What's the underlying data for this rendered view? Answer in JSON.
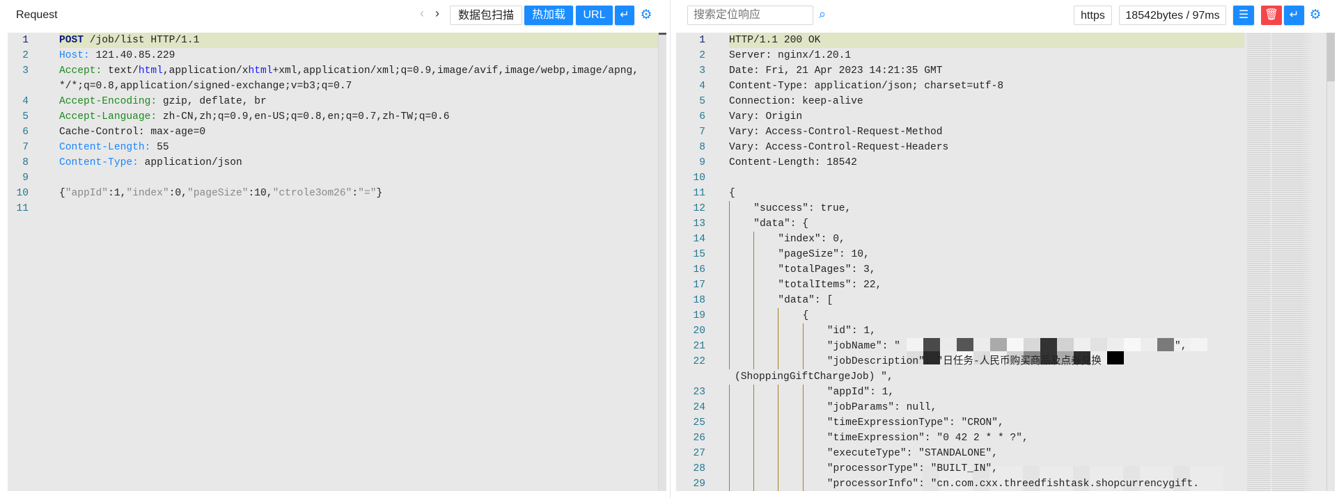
{
  "colors": {
    "p": "#222222",
    "navy": "#0b1a7a",
    "blue": "#1a85ff",
    "green": "#1c8a1c",
    "html": "#1a1aff",
    "gray": "#888888",
    "accent": "#1a8cff",
    "danger": "#f5454b"
  },
  "request": {
    "title": "Request",
    "buttons": {
      "scan": "数据包扫描",
      "hotload": "热加载",
      "url": "URL"
    },
    "icons": [
      "chevron-left-icon",
      "chevron-right-icon",
      "wrap-icon",
      "gear-icon"
    ],
    "lines": [
      {
        "n": "1",
        "segs": [
          {
            "t": "POST",
            "k": "navy"
          },
          {
            "t": " /job/list HTTP/1.1",
            "k": "p"
          }
        ]
      },
      {
        "n": "2",
        "segs": [
          {
            "t": "Host:",
            "k": "blue"
          },
          {
            "t": " 121.40.85.229",
            "k": "p"
          }
        ]
      },
      {
        "n": "3",
        "segs": [
          {
            "t": "Accept:",
            "k": "green"
          },
          {
            "t": " text/",
            "k": "p"
          },
          {
            "t": "html",
            "k": "html"
          },
          {
            "t": ",application/x",
            "k": "p"
          },
          {
            "t": "html",
            "k": "html"
          },
          {
            "t": "+xml,application/xml;q=0.9,image/avif,image/webp,image/apng,",
            "k": "p"
          }
        ]
      },
      {
        "n": "",
        "segs": [
          {
            "t": "*/*;q=0.8,application/signed-exchange;v=b3;q=0.7",
            "k": "p"
          }
        ]
      },
      {
        "n": "4",
        "segs": [
          {
            "t": "Accept-Encoding:",
            "k": "green"
          },
          {
            "t": " gzip, deflate, br",
            "k": "p"
          }
        ]
      },
      {
        "n": "5",
        "segs": [
          {
            "t": "Accept-Language:",
            "k": "green"
          },
          {
            "t": " zh-CN,zh;q=0.9,en-US;q=0.8,en;q=0.7,zh-TW;q=0.6",
            "k": "p"
          }
        ]
      },
      {
        "n": "6",
        "segs": [
          {
            "t": "Cache-Control: max-age=0",
            "k": "p"
          }
        ]
      },
      {
        "n": "7",
        "segs": [
          {
            "t": "Content-Length:",
            "k": "blue"
          },
          {
            "t": " 55",
            "k": "p"
          }
        ]
      },
      {
        "n": "8",
        "segs": [
          {
            "t": "Content-Type:",
            "k": "blue"
          },
          {
            "t": " application/json",
            "k": "p"
          }
        ]
      },
      {
        "n": "9",
        "segs": []
      },
      {
        "n": "10",
        "segs": [
          {
            "t": "{",
            "k": "p"
          },
          {
            "t": "\"appId\"",
            "k": "gray"
          },
          {
            "t": ":1,",
            "k": "p"
          },
          {
            "t": "\"index\"",
            "k": "gray"
          },
          {
            "t": ":0,",
            "k": "p"
          },
          {
            "t": "\"pageSize\"",
            "k": "gray"
          },
          {
            "t": ":10,",
            "k": "p"
          },
          {
            "t": "\"ctrole3om26\"",
            "k": "gray"
          },
          {
            "t": ":",
            "k": "p"
          },
          {
            "t": "\"=\"",
            "k": "gray"
          },
          {
            "t": "}",
            "k": "p"
          }
        ]
      },
      {
        "n": "11",
        "segs": []
      }
    ]
  },
  "response": {
    "search_placeholder": "搜索定位响应",
    "protocol": "https",
    "stats": "18542bytes / 97ms",
    "icons": [
      "search-icon",
      "document-icon",
      "trash-icon",
      "wrap-icon",
      "gear-icon"
    ],
    "lines": [
      {
        "n": "1",
        "d": 0,
        "t": "HTTP/1.1 200 OK"
      },
      {
        "n": "2",
        "d": 0,
        "t": "Server: nginx/1.20.1"
      },
      {
        "n": "3",
        "d": 0,
        "t": "Date: Fri, 21 Apr 2023 14:21:35 GMT"
      },
      {
        "n": "4",
        "d": 0,
        "t": "Content-Type: application/json; charset=utf-8"
      },
      {
        "n": "5",
        "d": 0,
        "t": "Connection: keep-alive"
      },
      {
        "n": "6",
        "d": 0,
        "t": "Vary: Origin"
      },
      {
        "n": "7",
        "d": 0,
        "t": "Vary: Access-Control-Request-Method"
      },
      {
        "n": "8",
        "d": 0,
        "t": "Vary: Access-Control-Request-Headers"
      },
      {
        "n": "9",
        "d": 0,
        "t": "Content-Length: 18542"
      },
      {
        "n": "10",
        "d": 0,
        "t": ""
      },
      {
        "n": "11",
        "d": 0,
        "t": "{"
      },
      {
        "n": "12",
        "d": 1,
        "t": "\"success\": true,"
      },
      {
        "n": "13",
        "d": 1,
        "t": "\"data\": {"
      },
      {
        "n": "14",
        "d": 2,
        "t": "\"index\": 0,"
      },
      {
        "n": "15",
        "d": 2,
        "t": "\"pageSize\": 10,"
      },
      {
        "n": "16",
        "d": 2,
        "t": "\"totalPages\": 3,"
      },
      {
        "n": "17",
        "d": 2,
        "t": "\"totalItems\": 22,"
      },
      {
        "n": "18",
        "d": 2,
        "t": "\"data\": ["
      },
      {
        "n": "19",
        "d": 3,
        "t": "{"
      },
      {
        "n": "20",
        "d": 4,
        "t": "\"id\": 1,"
      },
      {
        "n": "21",
        "d": 4,
        "t": "\"jobName\": \"                                             \","
      },
      {
        "n": "22",
        "d": 4,
        "t": "\"jobDescription\": \"日任务-人民币购买商品及点券兑换"
      },
      {
        "n": "",
        "d": 0,
        "t": "(ShoppingGiftChargeJob) \","
      },
      {
        "n": "23",
        "d": 4,
        "t": "\"appId\": 1,"
      },
      {
        "n": "24",
        "d": 4,
        "t": "\"jobParams\": null,"
      },
      {
        "n": "25",
        "d": 4,
        "t": "\"timeExpressionType\": \"CRON\","
      },
      {
        "n": "26",
        "d": 4,
        "t": "\"timeExpression\": \"0 42 2 * * ?\","
      },
      {
        "n": "27",
        "d": 4,
        "t": "\"executeType\": \"STANDALONE\","
      },
      {
        "n": "28",
        "d": 4,
        "t": "\"processorType\": \"BUILT_IN\","
      },
      {
        "n": "29",
        "d": 4,
        "t": "\"processorInfo\": \"cn.com.cxx.threedfishtask.shopcurrencygift."
      }
    ]
  }
}
